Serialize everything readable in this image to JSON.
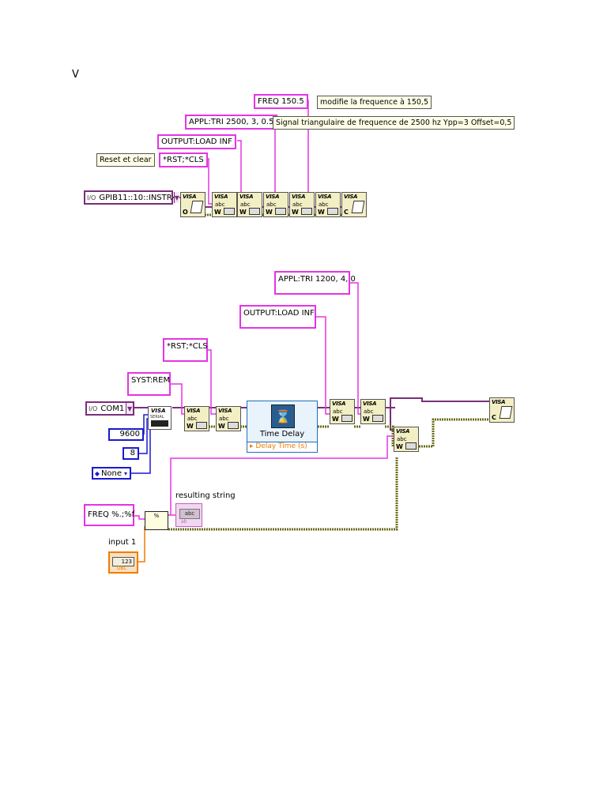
{
  "page_letter": "V",
  "top_diagram": {
    "resource": "GPIB11::10::INSTR",
    "strings": {
      "freq": "FREQ 150.5",
      "appl": "APPL:TRI 2500, 3, 0.5",
      "output": "OUTPUT:LOAD INF",
      "rst": "*RST;*CLS"
    },
    "notes": {
      "reset": "Reset et clear",
      "freq_note": "modifie la frequence à 150,5",
      "appl_note": "Signal triangulaire de frequence de 2500 hz Ypp=3 Offset=0,5"
    }
  },
  "bottom_diagram": {
    "resource": "COM1",
    "strings": {
      "appl": "APPL:TRI 1200, 4, 0",
      "output": "OUTPUT:LOAD INF",
      "rst": "*RST;*CLS",
      "syst": "SYST:REM",
      "freq_fmt": "FREQ %.;%f"
    },
    "baud": "9600",
    "data_bits": "8",
    "parity": "None",
    "time_delay_title": "Time Delay",
    "time_delay_term": "Delay Time (s)",
    "resulting_string_label": "resulting string",
    "input_label": "input 1"
  },
  "icons": {
    "visa_open": "VISA",
    "visa_write": "VISA",
    "visa_close": "VISA",
    "visa_serial": "VISA",
    "write_small_text": "abc",
    "write_letter": "W",
    "open_letter": "O",
    "close_letter": "C",
    "serial_text": "SERIAL",
    "format_text": "%",
    "indicator_text": "abc",
    "indicator_foot": "ab",
    "control_value": "123",
    "control_foot": "DBL",
    "hourglass": "⌛"
  },
  "colors": {
    "string_wire": "#e534e5",
    "resource_wire": "#7a2e7a",
    "numeric_wire": "#1a1ad0",
    "error_wire": "#6b6b1a",
    "double_wire": "#f07c00",
    "expressvi": "#1f6fb8"
  }
}
